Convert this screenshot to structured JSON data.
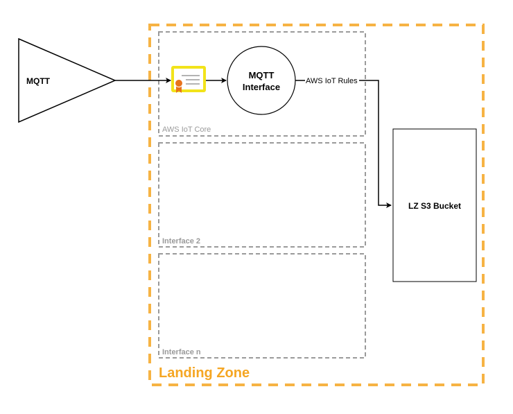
{
  "nodes": {
    "mqtt_source": "MQTT",
    "mqtt_interface_line1": "MQTT",
    "mqtt_interface_line2": "Interface",
    "s3_bucket": "LZ S3 Bucket"
  },
  "groups": {
    "iot_core": "AWS IoT Core",
    "interface_2": "Interface 2",
    "interface_n": "Interface n",
    "landing_zone": "Landing Zone"
  },
  "edges": {
    "iot_rules": "AWS IoT Rules"
  },
  "icons": {
    "certificate": "certificate-icon"
  },
  "colors": {
    "landing_zone": "#f5a623",
    "group_border": "#9a9a9a",
    "certificate_frame": "#f2e31a",
    "certificate_ribbon": "#e8731c"
  }
}
